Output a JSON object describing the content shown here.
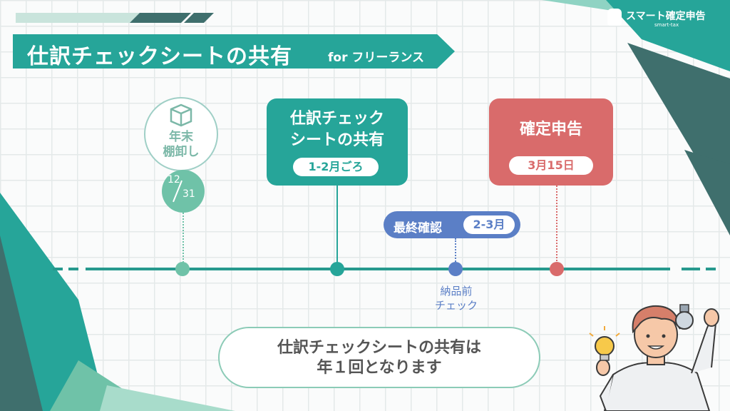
{
  "colors": {
    "teal": "#26a599",
    "dark_slate": "#3f6f6d",
    "mint": "#6fc2a8",
    "red": "#d96b6b",
    "blue": "#5b7fc6"
  },
  "header": {
    "title": "仕訳チェックシートの共有",
    "subtitle": "for フリーランス"
  },
  "logo": {
    "name": "スマート確定申告",
    "sub": "smart-tax",
    "icon": "robot-icon"
  },
  "milestones": {
    "inventory": {
      "icon": "box-icon",
      "line1": "年末",
      "line2": "棚卸し",
      "date_month": "12",
      "date_day": "31"
    },
    "share": {
      "line1": "仕訳チェック",
      "line2": "シートの共有",
      "period": "1-2月ごろ"
    },
    "final_check": {
      "label": "最終確認",
      "period": "2-3月",
      "below1": "納品前",
      "below2": "チェック"
    },
    "filing": {
      "title": "確定申告",
      "date": "3月15日"
    }
  },
  "note": {
    "line1": "仕訳チェックシートの共有は",
    "line2": "年１回となります"
  }
}
